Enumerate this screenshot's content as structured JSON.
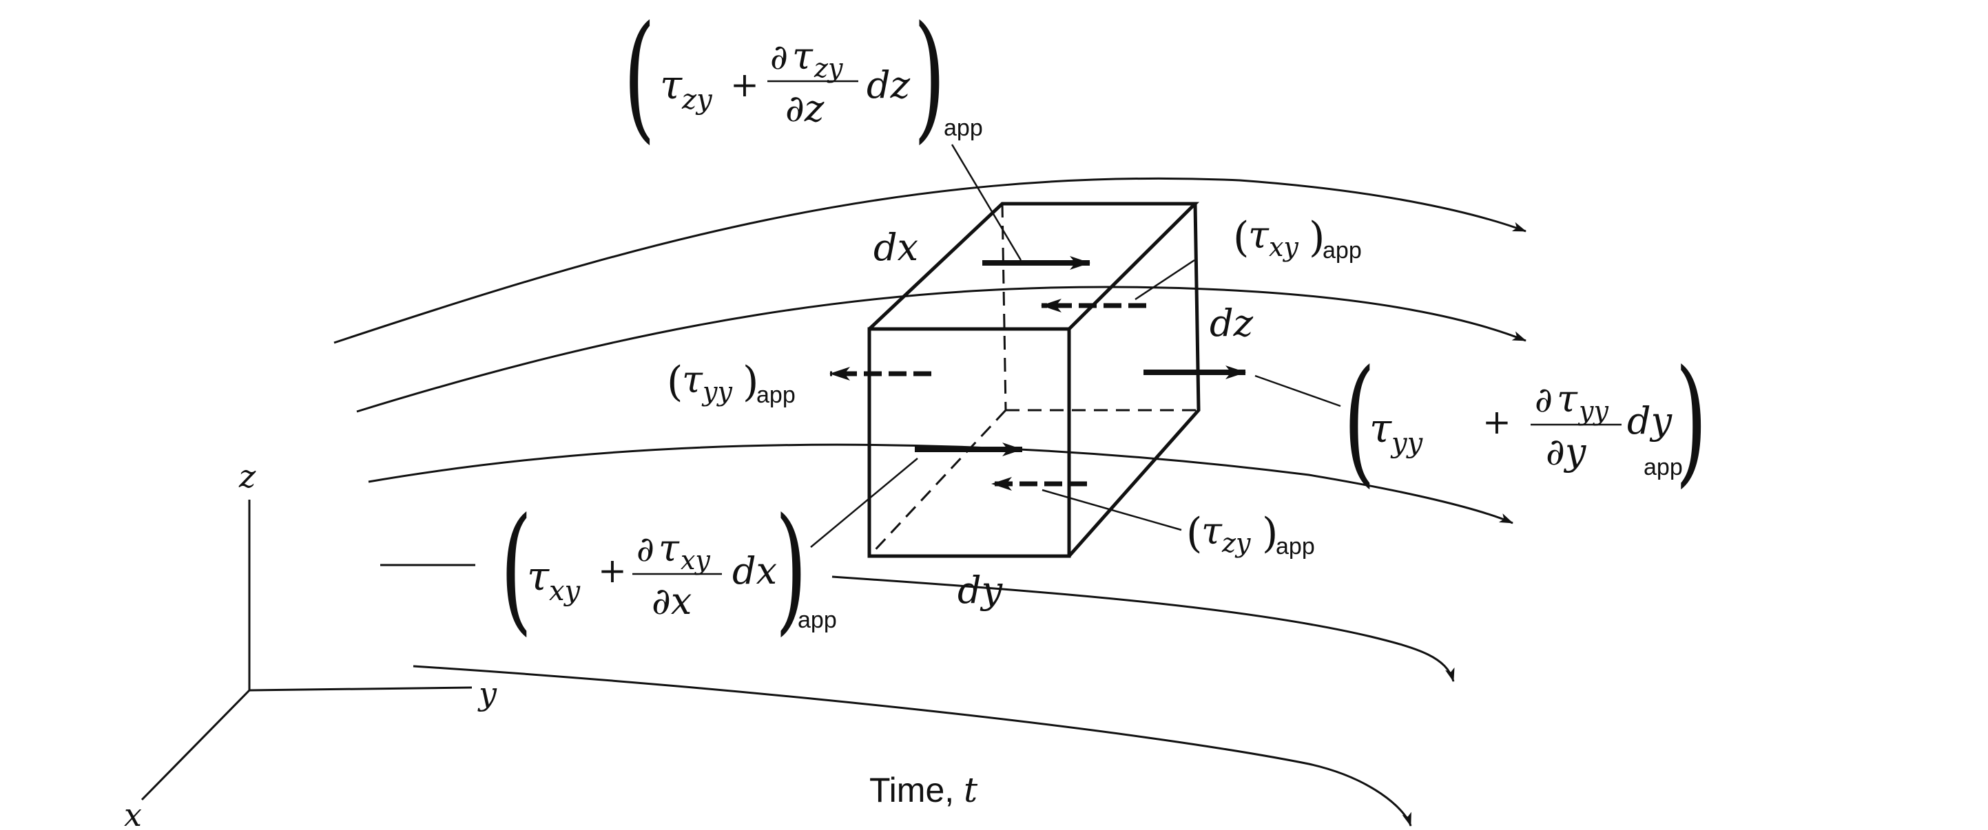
{
  "axes": {
    "x": "x",
    "y": "y",
    "z": "z"
  },
  "edge_labels": {
    "dx": "dx",
    "dy": "dy",
    "dz": "dz"
  },
  "time_label": "Time, t",
  "time_label_prefix": "Time, ",
  "time_label_var": "t",
  "stress_labels": {
    "tau_zy_plus": {
      "tau": "τ",
      "tau_sub": "zy",
      "plus": "+",
      "num_d": "∂",
      "num_tau": "τ",
      "num_sub": "zy",
      "den": "∂z",
      "tail": "dz",
      "outer_sub": "app"
    },
    "tau_xy": {
      "tau": "τ",
      "sub": "xy",
      "outer_sub": "app"
    },
    "tau_yy": {
      "tau": "τ",
      "sub": "yy",
      "outer_sub": "app"
    },
    "tau_yy_plus": {
      "tau": "τ",
      "tau_sub": "yy",
      "plus": "+",
      "num_d": "∂",
      "num_tau": "τ",
      "num_sub": "yy",
      "den": "∂y",
      "tail": "dy",
      "outer_sub": "app"
    },
    "tau_xy_plus": {
      "tau": "τ",
      "tau_sub": "xy",
      "plus": "+",
      "num_d": "∂",
      "num_tau": "τ",
      "num_sub": "xy",
      "den": "∂x",
      "tail": "dx",
      "outer_sub": "app"
    },
    "tau_zy": {
      "tau": "τ",
      "sub": "zy",
      "outer_sub": "app"
    }
  },
  "colors": {
    "ink": "#111111",
    "paper": "#ffffff"
  }
}
